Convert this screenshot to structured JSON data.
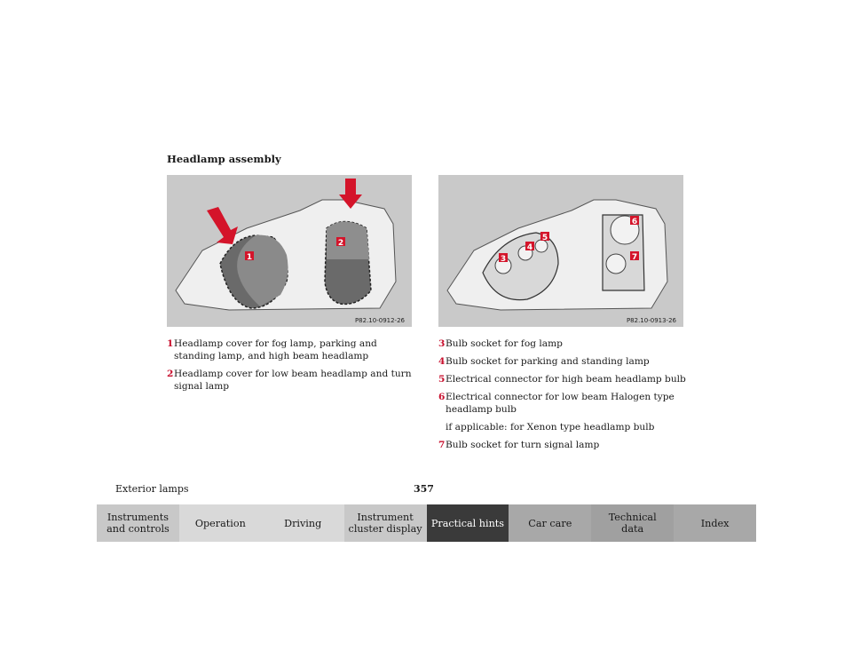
{
  "section_title": "Headlamp assembly",
  "figures": [
    {
      "code": "P82.10-0912-26",
      "labels": [
        "1",
        "2"
      ]
    },
    {
      "code": "P82.10-0913-26",
      "labels": [
        "3",
        "4",
        "5",
        "6",
        "7"
      ]
    }
  ],
  "legend_left": [
    {
      "num": "1",
      "text": "Headlamp cover for fog lamp, parking and standing lamp, and high beam headlamp"
    },
    {
      "num": "2",
      "text": "Headlamp cover for low beam headlamp and turn signal lamp"
    }
  ],
  "legend_right": [
    {
      "num": "3",
      "text": "Bulb socket for fog lamp"
    },
    {
      "num": "4",
      "text": "Bulb socket for parking and standing lamp"
    },
    {
      "num": "5",
      "text": "Electrical connector for high beam headlamp bulb"
    },
    {
      "num": "6",
      "text": "Electrical connector for low beam Halogen type headlamp bulb"
    },
    {
      "note": "if applicable: for Xenon type headlamp bulb"
    },
    {
      "num": "7",
      "text": "Bulb socket for turn signal lamp"
    }
  ],
  "footer": {
    "section": "Exterior lamps",
    "page_number": "357"
  },
  "nav_tabs": [
    {
      "label": "Instruments\nand controls",
      "bg": "#c8c8c8",
      "fg": "#1a1a1a"
    },
    {
      "label": "Operation",
      "bg": "#d9d9d9",
      "fg": "#1a1a1a"
    },
    {
      "label": "Driving",
      "bg": "#d9d9d9",
      "fg": "#1a1a1a"
    },
    {
      "label": "Instrument\ncluster display",
      "bg": "#c8c8c8",
      "fg": "#1a1a1a"
    },
    {
      "label": "Practical hints",
      "bg": "#3a3a3a",
      "fg": "#ffffff"
    },
    {
      "label": "Car care",
      "bg": "#a8a8a8",
      "fg": "#1a1a1a"
    },
    {
      "label": "Technical\ndata",
      "bg": "#a0a0a0",
      "fg": "#1a1a1a"
    },
    {
      "label": "Index",
      "bg": "#a8a8a8",
      "fg": "#1a1a1a"
    }
  ],
  "colors": {
    "accent": "#c8102e"
  }
}
